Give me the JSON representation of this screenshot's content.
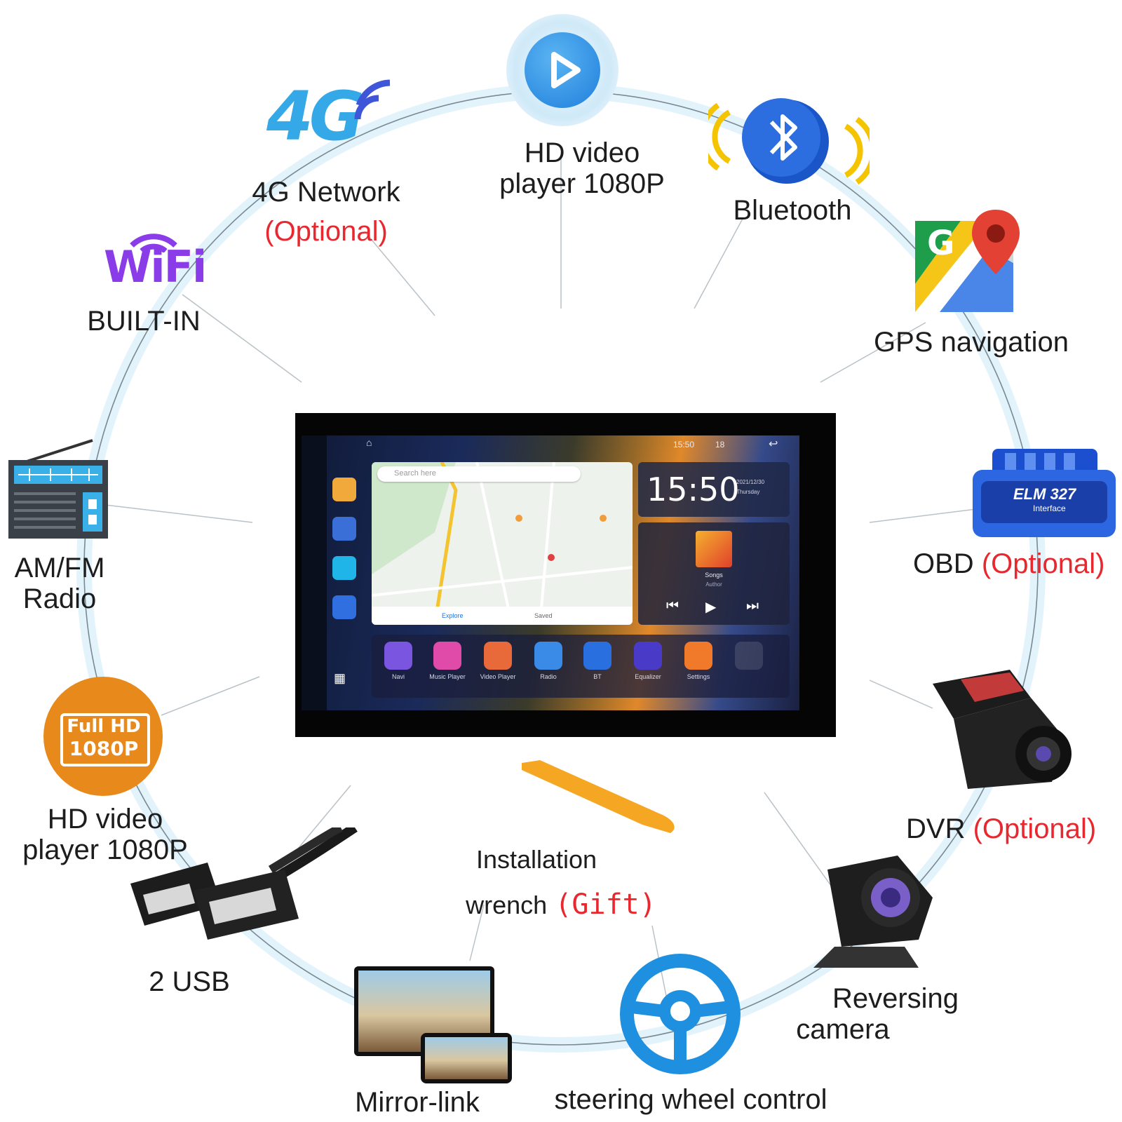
{
  "features": {
    "hd_video_top": {
      "line1": "HD video",
      "line2": "player 1080P"
    },
    "network": {
      "line1": "4G Network",
      "line2": "(Optional)"
    },
    "bluetooth": {
      "label": "Bluetooth"
    },
    "gps": {
      "label": "GPS navigation"
    },
    "wifi": {
      "label": "BUILT-IN"
    },
    "radio": {
      "line1": "AM/FM",
      "line2": "Radio"
    },
    "obd": {
      "label": "OBD",
      "optional": "(Optional)"
    },
    "hd_video_left": {
      "line1": "HD video",
      "line2": "player 1080P"
    },
    "dvr": {
      "label": "DVR",
      "optional": "(Optional)"
    },
    "usb": {
      "label": "2 USB"
    },
    "wrench": {
      "line1": "Installation",
      "line2": "wrench",
      "gift": "(Gift)"
    },
    "mirror": {
      "label": "Mirror-link"
    },
    "steering": {
      "label": "steering wheel control"
    },
    "camera": {
      "line1": "Reversing",
      "line2": "camera"
    }
  },
  "logos": {
    "four_g": "4G",
    "wifi": "WiFi",
    "full_hd_top": "Full HD",
    "full_hd_bottom": "1080P",
    "obd_brand": "ELM 327",
    "obd_sub": "Interface"
  },
  "screen": {
    "status_time": "15:50",
    "status_extra": "18",
    "search_placeholder": "Search here",
    "map_tab_1": "Explore",
    "map_tab_2": "Saved",
    "clock": "15:50",
    "date": "2021/12/30",
    "weekday": "Thursday",
    "song": "Songs",
    "author": "Author",
    "dock": [
      "Navi",
      "Music Player",
      "Video Player",
      "Radio",
      "BT",
      "Equalizer",
      "Settings",
      ""
    ]
  },
  "colors": {
    "ring": "#d9eef8",
    "optional": "#e8282e",
    "play_blue": "#2a8de0",
    "bluetooth_blue": "#1a56c8",
    "wifi_purple": "#8a3ce8",
    "hd_orange": "#e8891c",
    "wrench_orange": "#f5a623"
  }
}
